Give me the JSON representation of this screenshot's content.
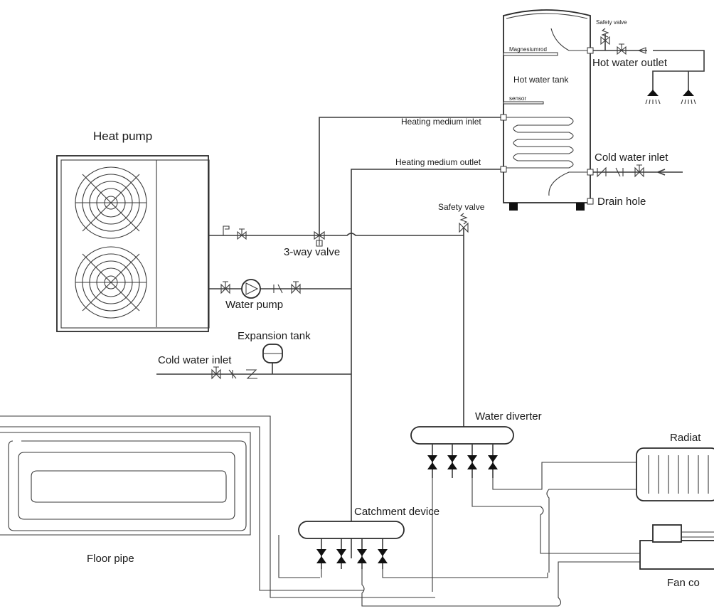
{
  "labels": {
    "heat_pump": "Heat pump",
    "hot_water_tank": "Hot water tank",
    "magnesium_rod": "Magnesiumrod",
    "sensor": "sensor",
    "safety_valve_tank": "Safety valve",
    "hot_water_outlet": "Hot water outlet",
    "heating_medium_inlet": "Heating medium  inlet",
    "heating_medium_outlet": "Heating medium  outlet",
    "cold_water_inlet_tank": "Cold water inlet",
    "drain_hole": "Drain hole",
    "safety_valve": "Safety valve",
    "three_way_valve": "3-way valve",
    "water_pump": "Water pump",
    "expansion_tank": "Expansion tank",
    "cold_water_inlet": "Cold water inlet",
    "water_diverter": "Water diverter",
    "catchment_device": "Catchment device",
    "floor_pipe": "Floor pipe",
    "radiator": "Radiat",
    "fan_coil": "Fan co"
  }
}
